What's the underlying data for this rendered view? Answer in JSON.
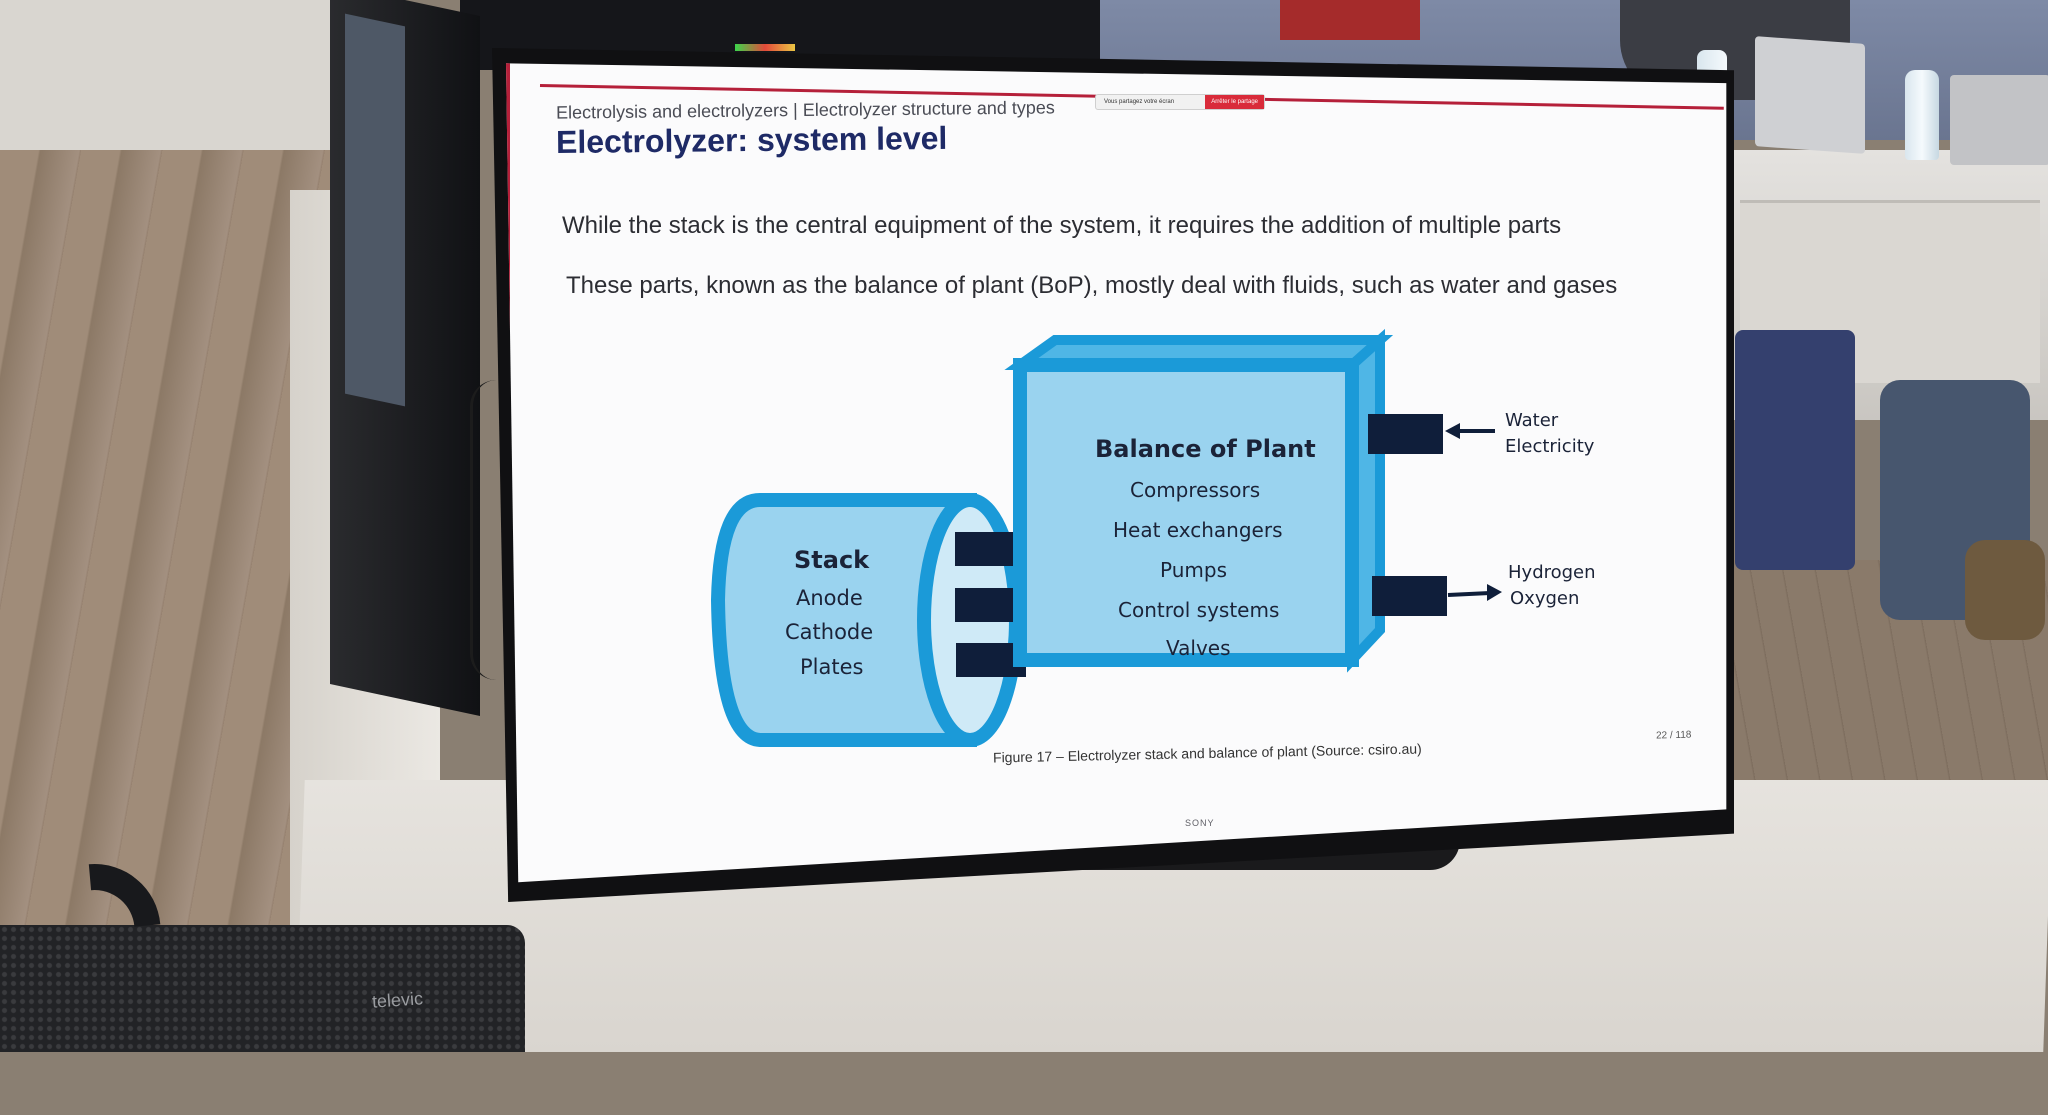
{
  "slide": {
    "breadcrumb": "Electrolysis and electrolyzers | Electrolyzer structure and types",
    "title": "Electrolyzer: system level",
    "line1": "While the stack is the central equipment of the system, it requires the addition of multiple parts",
    "line2": "These parts, known as the balance of plant (BoP), mostly deal with fluids, such as water and gases",
    "caption": "Figure 17 – Electrolyzer stack and balance of plant (Source: csiro.au)",
    "page": "22 / 118",
    "share_text": "Vous partagez votre écran",
    "share_button": "Arrêter le partage"
  },
  "diagram": {
    "stack": {
      "title": "Stack",
      "items": [
        "Anode",
        "Cathode",
        "Plates"
      ]
    },
    "bop": {
      "title": "Balance of Plant",
      "items": [
        "Compressors",
        "Heat exchangers",
        "Pumps",
        "Control systems",
        "Valves"
      ]
    },
    "inputs": [
      "Water",
      "Electricity"
    ],
    "outputs": [
      "Hydrogen",
      "Oxygen"
    ],
    "colors": {
      "fill": "#9ad3ef",
      "stroke": "#1b9ad8",
      "connector": "#0f1e3a"
    }
  },
  "hardware": {
    "tv_brand": "SONY",
    "mic_logo": "televic"
  }
}
